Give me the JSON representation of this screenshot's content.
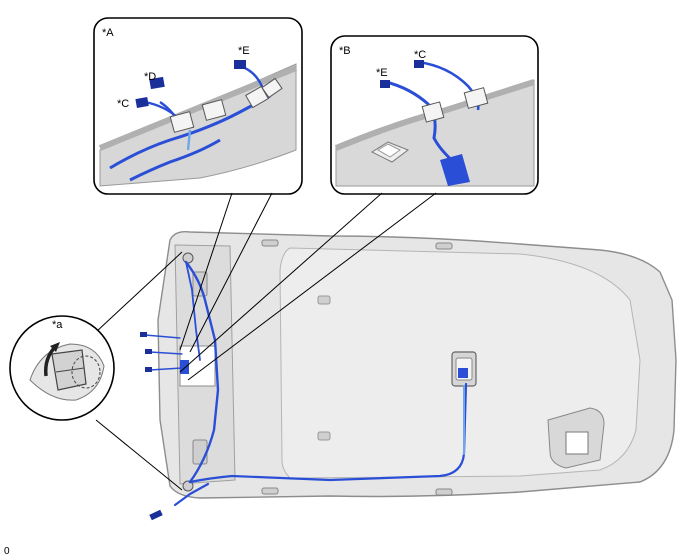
{
  "inset_a": {
    "title": "*A",
    "callouts": {
      "c": "*C",
      "d": "*D",
      "e": "*E"
    }
  },
  "inset_b": {
    "title": "*B",
    "callouts": {
      "e": "*E",
      "c": "*C"
    }
  },
  "detail_circle": {
    "label": "*a"
  },
  "figure_code": "0",
  "colors": {
    "harness": "#2a4fd6",
    "harness_dark": "#1a2f9a",
    "harness_light": "#6fa8e8",
    "headliner": "#e4e4e4",
    "headliner_edge": "#9a9a9a",
    "outline": "#000000"
  }
}
